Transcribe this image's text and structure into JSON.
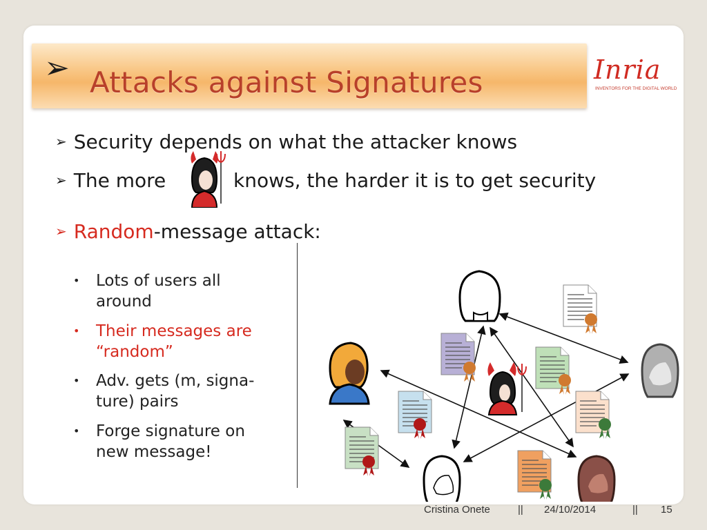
{
  "slide": {
    "title": "Attacks against Signatures",
    "logo": {
      "wordmark": "Inria",
      "tagline": "INVENTORS FOR THE DIGITAL WORLD"
    },
    "bullets": {
      "b1": "Security depends on what the attacker knows",
      "b2_before": "The more",
      "b2_after": "knows, the harder it is to get security",
      "b3_red": "Random",
      "b3_rest": "-message attack:"
    },
    "sub_bullets": [
      {
        "line1": "Lots of users all",
        "line2": "around"
      },
      {
        "line1": "Their messages are",
        "line2": "“random”"
      },
      {
        "line1": "Adv. gets (m, signa-",
        "line2": "ture) pairs"
      },
      {
        "line1": "Forge signature on",
        "line2": "new message!"
      }
    ],
    "footer": {
      "author": "Cristina Onete",
      "sep1": "||",
      "date": "24/10/2014",
      "sep2": "||",
      "page": "15"
    }
  },
  "colors": {
    "title": "#b8402a",
    "highlight": "#d62a1f",
    "user_blue": "#3a78c8",
    "user_gray": "#a8a8a8",
    "user_brown": "#8a5048",
    "devil_red": "#d42b2b"
  },
  "icons": [
    "arrow-bullet-icon",
    "devil-attacker-icon",
    "user-avatar-icon",
    "signed-document-icon",
    "seal-icon"
  ]
}
